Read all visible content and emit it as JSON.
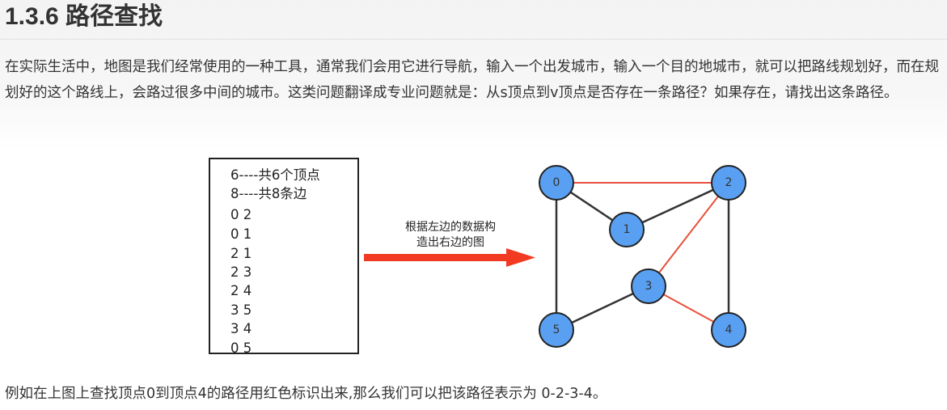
{
  "heading": {
    "title": "1.3.6 路径查找"
  },
  "intro": {
    "text": "在实际生活中，地图是我们经常使用的一种工具，通常我们会用它进行导航，输入一个出发城市，输入一个目的地城市，就可以把路线规划好，而在规划好的这个路线上，会路过很多中间的城市。这类问题翻译成专业问题就是：从s顶点到v顶点是否存在一条路径？如果存在，请找出这条路径。"
  },
  "edge_list": {
    "lines": [
      "6----共6个顶点",
      "8----共8条边",
      "0 2",
      "0 1",
      "2 1",
      "2 3",
      "2 4",
      "3 5",
      "3 4",
      "0 5"
    ]
  },
  "arrow": {
    "caption_line1": "根据左边的数据构",
    "caption_line2": "造出右边的图"
  },
  "graph": {
    "nodes": [
      "0",
      "1",
      "2",
      "3",
      "4",
      "5"
    ],
    "edges": [
      {
        "from": "0",
        "to": "2",
        "highlight": true
      },
      {
        "from": "0",
        "to": "1",
        "highlight": false
      },
      {
        "from": "1",
        "to": "2",
        "highlight": false
      },
      {
        "from": "2",
        "to": "3",
        "highlight": true
      },
      {
        "from": "2",
        "to": "4",
        "highlight": false
      },
      {
        "from": "3",
        "to": "5",
        "highlight": false
      },
      {
        "from": "3",
        "to": "4",
        "highlight": true
      },
      {
        "from": "0",
        "to": "5",
        "highlight": false
      }
    ],
    "colors": {
      "node_fill": "#5aa0f2",
      "node_stroke": "#222222",
      "edge_normal": "#333333",
      "edge_highlight": "#e8503a",
      "arrow": "#f23a22"
    }
  },
  "outro": {
    "text": "例如在上图上查找顶点0到顶点4的路径用红色标识出来,那么我们可以把该路径表示为 0-2-3-4。"
  }
}
